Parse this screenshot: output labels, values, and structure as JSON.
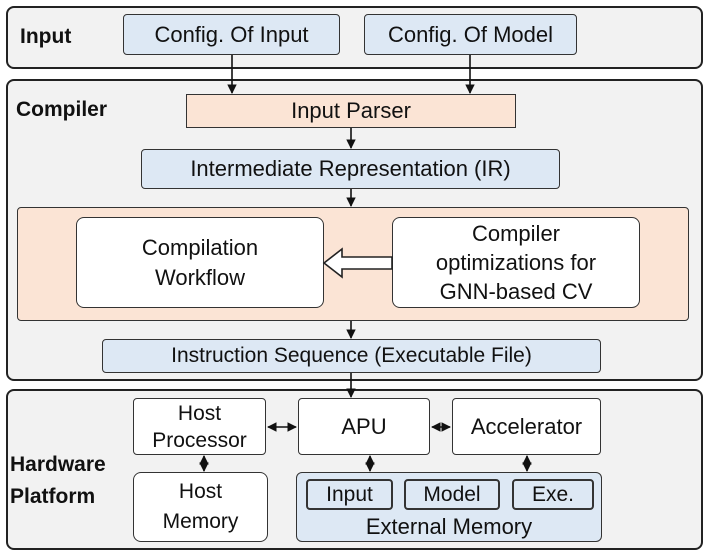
{
  "input": {
    "label": "Input",
    "config_input": "Config. Of Input",
    "config_model": "Config. Of Model"
  },
  "compiler": {
    "label": "Compiler",
    "input_parser": "Input Parser",
    "ir": "Intermediate Representation (IR)",
    "workflow_line1": "Compilation",
    "workflow_line2": "Workflow",
    "opt_line1": "Compiler",
    "opt_line2": "optimizations for",
    "opt_line3": "GNN-based CV",
    "instruction_sequence": "Instruction Sequence (Executable File)"
  },
  "hardware": {
    "label_line1": "Hardware",
    "label_line2": "Platform",
    "host_processor_line1": "Host",
    "host_processor_line2": "Processor",
    "apu": "APU",
    "accelerator": "Accelerator",
    "host_memory_line1": "Host",
    "host_memory_line2": "Memory",
    "mem_input": "Input",
    "mem_model": "Model",
    "mem_exe": "Exe.",
    "external_memory": "External Memory"
  },
  "colors": {
    "panel_bg": "#f2f2f2",
    "blue_box": "#dde8f4",
    "peach_box": "#fbe4d5"
  }
}
